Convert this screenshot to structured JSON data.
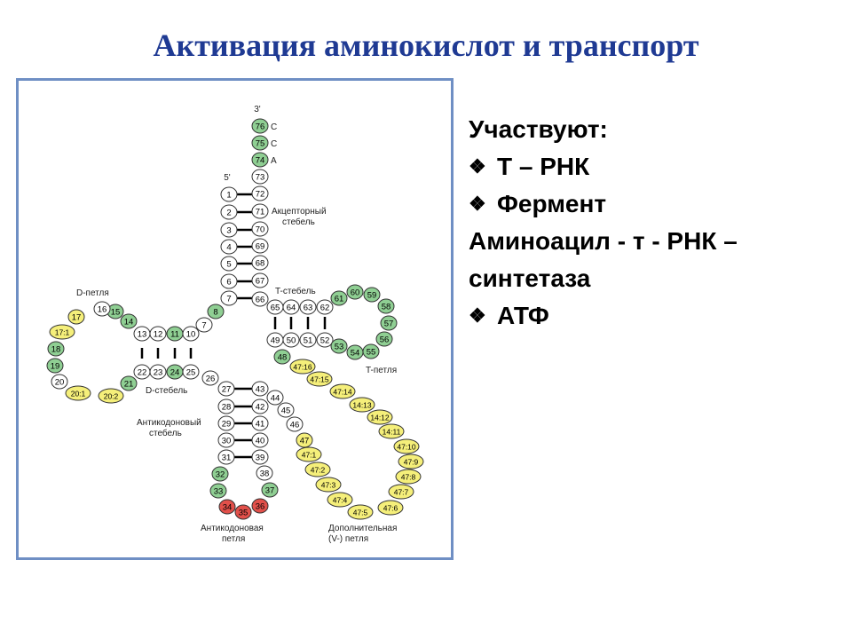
{
  "slide": {
    "title": "Активация аминокислот и транспорт",
    "participants_heading": "Участвуют:",
    "bullets": [
      {
        "marker": "❖",
        "text": "Т – РНК"
      },
      {
        "marker": "❖",
        "text": "Фермент"
      },
      {
        "marker": "",
        "text": "Аминоацил - т - РНК –"
      },
      {
        "marker": "",
        "text": "синтетаза"
      },
      {
        "marker": "❖",
        "text": "АТФ"
      }
    ]
  },
  "diagram": {
    "colors": {
      "green": "#8fcf93",
      "yellow": "#f5ef7a",
      "red": "#e2504a",
      "white": "#ffffff"
    },
    "end_labels": {
      "three_prime": "3'",
      "five_prime": "5'"
    },
    "cca": [
      "C",
      "C",
      "A"
    ],
    "region_labels": {
      "acceptor": [
        "Акцепторный",
        "стебель"
      ],
      "d_loop": "D-петля",
      "t_stem": "T-стебель",
      "t_loop": "T-петля",
      "d_stem": "D-стебель",
      "anticodon_stem": [
        "Антикодоновый",
        "стебель"
      ],
      "anticodon_loop": [
        "Антикодоновая",
        "петля"
      ],
      "variable_loop": [
        "Дополнительная",
        "(V-) петля"
      ]
    },
    "nucleotides": [
      {
        "label": "76",
        "color": "green"
      },
      {
        "label": "75",
        "color": "green"
      },
      {
        "label": "74",
        "color": "green"
      },
      {
        "label": "73",
        "color": "white"
      },
      {
        "label": "72",
        "color": "white"
      },
      {
        "label": "71",
        "color": "white"
      },
      {
        "label": "70",
        "color": "white"
      },
      {
        "label": "69",
        "color": "white"
      },
      {
        "label": "68",
        "color": "white"
      },
      {
        "label": "67",
        "color": "white"
      },
      {
        "label": "66",
        "color": "white"
      },
      {
        "label": "1",
        "color": "white"
      },
      {
        "label": "2",
        "color": "white"
      },
      {
        "label": "3",
        "color": "white"
      },
      {
        "label": "4",
        "color": "white"
      },
      {
        "label": "5",
        "color": "white"
      },
      {
        "label": "6",
        "color": "white"
      },
      {
        "label": "7",
        "color": "white"
      },
      {
        "label": "8",
        "color": "green"
      },
      {
        "label": "7",
        "color": "white"
      },
      {
        "label": "13",
        "color": "white"
      },
      {
        "label": "12",
        "color": "white"
      },
      {
        "label": "11",
        "color": "green"
      },
      {
        "label": "10",
        "color": "white"
      },
      {
        "label": "14",
        "color": "green"
      },
      {
        "label": "15",
        "color": "green"
      },
      {
        "label": "16",
        "color": "white"
      },
      {
        "label": "17",
        "color": "yellow"
      },
      {
        "label": "17:1",
        "color": "yellow"
      },
      {
        "label": "18",
        "color": "green"
      },
      {
        "label": "19",
        "color": "green"
      },
      {
        "label": "20",
        "color": "white"
      },
      {
        "label": "20:1",
        "color": "yellow"
      },
      {
        "label": "20:2",
        "color": "yellow"
      },
      {
        "label": "21",
        "color": "green"
      },
      {
        "label": "22",
        "color": "white"
      },
      {
        "label": "23",
        "color": "white"
      },
      {
        "label": "24",
        "color": "green"
      },
      {
        "label": "25",
        "color": "white"
      },
      {
        "label": "26",
        "color": "white"
      },
      {
        "label": "27",
        "color": "white"
      },
      {
        "label": "28",
        "color": "white"
      },
      {
        "label": "29",
        "color": "white"
      },
      {
        "label": "30",
        "color": "white"
      },
      {
        "label": "31",
        "color": "white"
      },
      {
        "label": "32",
        "color": "green"
      },
      {
        "label": "33",
        "color": "green"
      },
      {
        "label": "34",
        "color": "red"
      },
      {
        "label": "35",
        "color": "red"
      },
      {
        "label": "36",
        "color": "red"
      },
      {
        "label": "37",
        "color": "green"
      },
      {
        "label": "38",
        "color": "white"
      },
      {
        "label": "39",
        "color": "white"
      },
      {
        "label": "40",
        "color": "white"
      },
      {
        "label": "41",
        "color": "white"
      },
      {
        "label": "42",
        "color": "white"
      },
      {
        "label": "43",
        "color": "white"
      },
      {
        "label": "44",
        "color": "white"
      },
      {
        "label": "45",
        "color": "white"
      },
      {
        "label": "46",
        "color": "white"
      },
      {
        "label": "47",
        "color": "yellow"
      },
      {
        "label": "47:1",
        "color": "yellow"
      },
      {
        "label": "47:2",
        "color": "yellow"
      },
      {
        "label": "47:3",
        "color": "yellow"
      },
      {
        "label": "47:4",
        "color": "yellow"
      },
      {
        "label": "47:5",
        "color": "yellow"
      },
      {
        "label": "47:6",
        "color": "yellow"
      },
      {
        "label": "47:7",
        "color": "yellow"
      },
      {
        "label": "47:8",
        "color": "yellow"
      },
      {
        "label": "47:9",
        "color": "yellow"
      },
      {
        "label": "47:10",
        "color": "yellow"
      },
      {
        "label": "14:11",
        "color": "yellow"
      },
      {
        "label": "14:12",
        "color": "yellow"
      },
      {
        "label": "14:13",
        "color": "yellow"
      },
      {
        "label": "47:14",
        "color": "yellow"
      },
      {
        "label": "47:15",
        "color": "yellow"
      },
      {
        "label": "47:16",
        "color": "yellow"
      },
      {
        "label": "48",
        "color": "green"
      },
      {
        "label": "49",
        "color": "white"
      },
      {
        "label": "50",
        "color": "white"
      },
      {
        "label": "51",
        "color": "white"
      },
      {
        "label": "52",
        "color": "white"
      },
      {
        "label": "53",
        "color": "green"
      },
      {
        "label": "54",
        "color": "green"
      },
      {
        "label": "55",
        "color": "green"
      },
      {
        "label": "56",
        "color": "green"
      },
      {
        "label": "57",
        "color": "green"
      },
      {
        "label": "58",
        "color": "green"
      },
      {
        "label": "59",
        "color": "green"
      },
      {
        "label": "60",
        "color": "green"
      },
      {
        "label": "61",
        "color": "green"
      },
      {
        "label": "62",
        "color": "white"
      },
      {
        "label": "63",
        "color": "white"
      },
      {
        "label": "64",
        "color": "white"
      },
      {
        "label": "65",
        "color": "white"
      }
    ]
  }
}
